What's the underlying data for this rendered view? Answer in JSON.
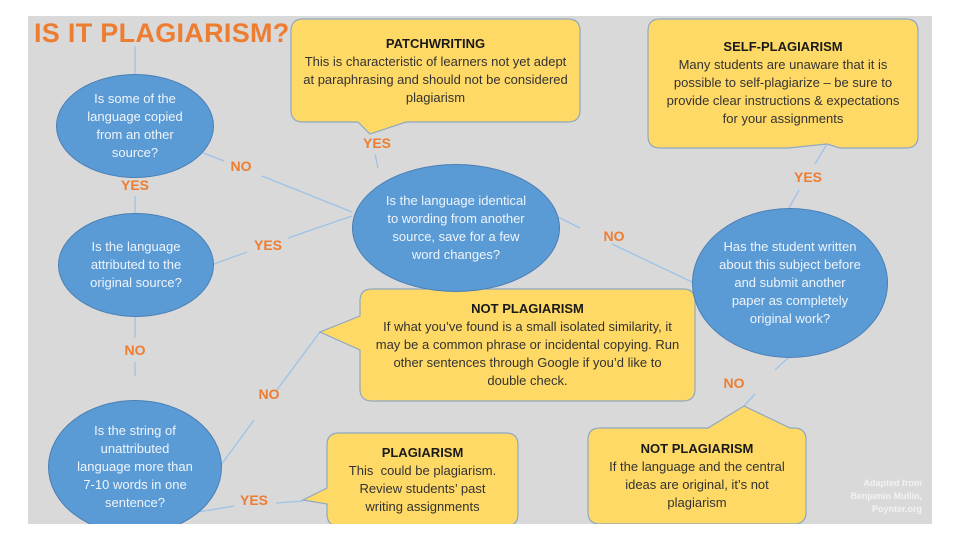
{
  "title": "IS IT PLAGIARISM?",
  "colors": {
    "background": "#d9d9d9",
    "question_fill": "#5b9bd5",
    "callout_fill": "#ffd966",
    "answer_label": "#ed7d31",
    "connector": "#9dc3e6"
  },
  "questions": [
    {
      "id": "q1",
      "text": "Is some of the language copied from an other source?"
    },
    {
      "id": "q2",
      "text": "Is the language attributed to the original source?"
    },
    {
      "id": "q3",
      "text": "Is the string of unattributed language more than 7-10 words in one sentence?"
    },
    {
      "id": "q4",
      "text": "Is the language identical to wording from another source, save for a few word changes?"
    },
    {
      "id": "q5",
      "text": "Has the student written about this subject before and submit another paper as completely original work?"
    }
  ],
  "callouts": [
    {
      "id": "patchwriting",
      "heading": "PATCHWRITING",
      "body": "This is characteristic of learners not yet adept at paraphrasing and should not be considered plagiarism"
    },
    {
      "id": "self-plagiarism",
      "heading": "SELF-PLAGIARISM",
      "body": "Many students are unaware that it is possible to self-plagiarize – be sure to provide clear instructions & expectations for your assignments"
    },
    {
      "id": "not-plagiarism-similarity",
      "heading": "NOT PLAGIARISM",
      "body": "If what you’ve found is a small isolated similarity, it may be a common phrase or incidental copying. Run other sentences through Google if you’d like to double check."
    },
    {
      "id": "plagiarism",
      "heading": "PLAGIARISM",
      "body": "This  could be plagiarism. Review students’ past writing assignments"
    },
    {
      "id": "not-plagiarism-original",
      "heading": "NOT PLAGIARISM",
      "body": "If the language and the central ideas are original, it’s not plagiarism"
    }
  ],
  "edges": [
    {
      "from": "q1",
      "to": "q2",
      "label": "YES"
    },
    {
      "from": "q1",
      "to": "q4",
      "label": "NO"
    },
    {
      "from": "q2",
      "to": "q4",
      "label": "YES"
    },
    {
      "from": "q2",
      "to": "q3",
      "label": "NO"
    },
    {
      "from": "q3",
      "to": "not-plagiarism-similarity",
      "label": "NO"
    },
    {
      "from": "q3",
      "to": "plagiarism",
      "label": "YES"
    },
    {
      "from": "q4",
      "to": "patchwriting",
      "label": "YES"
    },
    {
      "from": "q4",
      "to": "q5",
      "label": "NO"
    },
    {
      "from": "q5",
      "to": "self-plagiarism",
      "label": "YES"
    },
    {
      "from": "q5",
      "to": "not-plagiarism-original",
      "label": "NO"
    }
  ],
  "credit": [
    "Adapted from",
    "Benjamin Mullin,",
    "Poynter.org"
  ]
}
